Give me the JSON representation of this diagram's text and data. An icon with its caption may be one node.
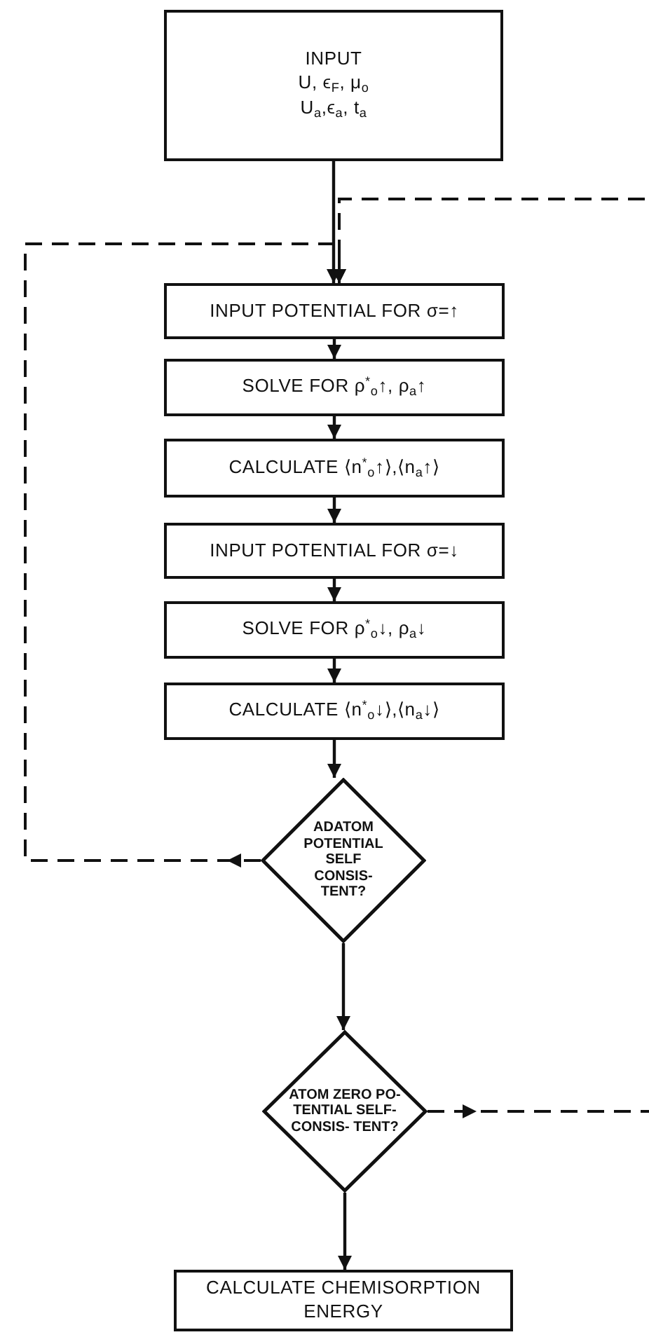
{
  "diagram": {
    "nodes": [
      {
        "text": [
          "INPUT",
          "U, ϵ$_{F}$, μ$_{o}$",
          "U$_{a}$,ϵ$_{a}$, t$_{a}$"
        ]
      },
      {
        "text": [
          "INPUT POTENTIAL FOR σ=↑"
        ]
      },
      {
        "text": [
          "SOLVE FOR ρ$^{*}$$_{o}$↑, ρ$_{a}$↑"
        ]
      },
      {
        "text": [
          "CALCULATE ⟨n$^{*}$$_{o}$↑⟩,⟨n$_{a}$↑⟩"
        ]
      },
      {
        "text": [
          "INPUT POTENTIAL FOR σ=↓"
        ]
      },
      {
        "text": [
          "SOLVE FOR ρ$^{*}$$_{o}$↓, ρ$_{a}$↓"
        ]
      },
      {
        "text": [
          "CALCULATE ⟨n$^{*}$$_{o}$↓⟩,⟨n$_{a}$↓⟩"
        ]
      },
      {
        "text": [
          "ADATOM POTENTIAL SELF CONSIS- TENT?"
        ]
      },
      {
        "text": [
          "ATOM ZERO PO- TENTIAL SELF- CONSIS- TENT?"
        ]
      },
      {
        "text": [
          "CALCULATE CHEMISORPTION ENERGY"
        ]
      }
    ],
    "edges": [
      {
        "from": 0,
        "to": 1,
        "arrow": "to"
      },
      {
        "from": 1,
        "to": 2,
        "arrow": "to"
      },
      {
        "from": 2,
        "to": 3,
        "arrow": "to"
      },
      {
        "from": 3,
        "to": 4,
        "arrow": "to"
      },
      {
        "from": 4,
        "to": 5,
        "arrow": "to"
      },
      {
        "from": 5,
        "to": 6,
        "arrow": "to"
      },
      {
        "from": 6,
        "to": 7,
        "arrow": "to"
      },
      {
        "from": 7,
        "to": 8,
        "arrow": "to"
      },
      {
        "from": 8,
        "to": 9,
        "arrow": "to"
      },
      {
        "from": 7,
        "to": 1,
        "arrow": "to",
        "style": "dashed"
      },
      {
        "from": 8,
        "to": 1,
        "arrow": "to",
        "style": "dashed"
      }
    ]
  }
}
